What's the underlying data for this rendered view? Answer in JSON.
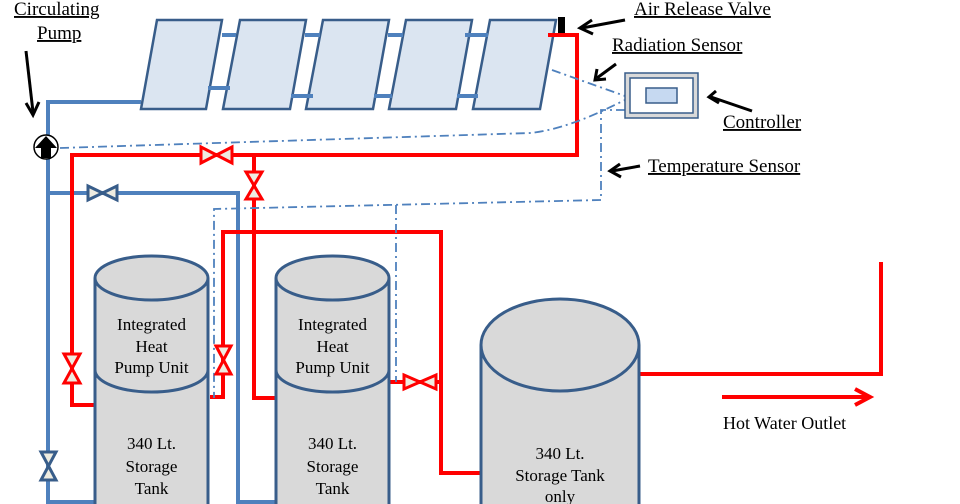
{
  "title": "Solar water heating system schematic",
  "labels": {
    "circulating_pump_line1": "Circulating",
    "circulating_pump_line2": "Pump",
    "air_release_valve": "Air Release Valve",
    "radiation_sensor": "Radiation Sensor",
    "controller": "Controller",
    "temperature_sensor": "Temperature Sensor",
    "hot_water_outlet": "Hot Water Outlet"
  },
  "solar_panels": {
    "count": 5
  },
  "tanks": [
    {
      "id": "tank-1",
      "top_line1": "Integrated",
      "top_line2": "Heat",
      "top_line3": "Pump Unit",
      "bottom_line1": "340 Lt.",
      "bottom_line2": "Storage",
      "bottom_line3": "Tank"
    },
    {
      "id": "tank-2",
      "top_line1": "Integrated",
      "top_line2": "Heat",
      "top_line3": "Pump Unit",
      "bottom_line1": "340 Lt.",
      "bottom_line2": "Storage",
      "bottom_line3": "Tank"
    },
    {
      "id": "tank-3",
      "line1": "340 Lt.",
      "line2": "Storage Tank",
      "line3": "only"
    }
  ],
  "colors": {
    "hot_pipe": "#ff0000",
    "cold_pipe": "#4f81bd",
    "panel_fill": "#dbe5f1",
    "panel_stroke": "#385d8a",
    "tank_fill": "#d9d9d9",
    "valve_fill": "#eeece1"
  }
}
